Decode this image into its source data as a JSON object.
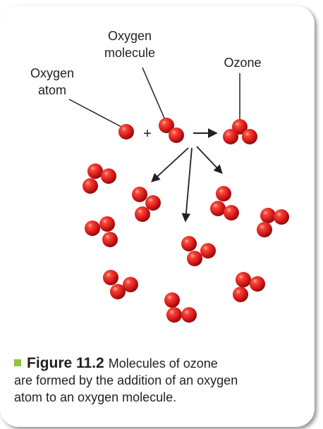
{
  "labels": {
    "oxygen_molecule_line1": "Oxygen",
    "oxygen_molecule_line2": "molecule",
    "oxygen_atom_line1": "Oxygen",
    "oxygen_atom_line2": "atom",
    "ozone": "Ozone",
    "plus": "+"
  },
  "caption": {
    "figure_label": "Figure 11.2",
    "line1": "Molecules of ozone",
    "line2": "are formed by the addition of an oxygen",
    "line3": "atom to an oxygen molecule."
  },
  "colors": {
    "atom_red": "#e0201a",
    "accent_green": "#8dc63f",
    "text": "#231f20"
  }
}
